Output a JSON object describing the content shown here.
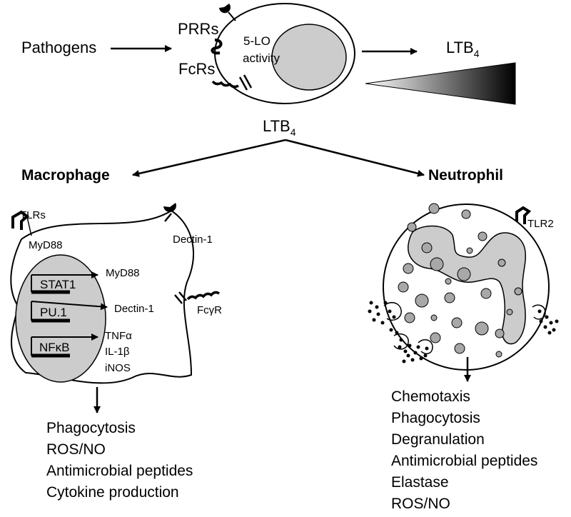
{
  "top": {
    "pathogens": "Pathogens",
    "prrs": "PRRs",
    "fcrs": "FcRs",
    "activity_line1": "5-LO",
    "activity_line2": "activity",
    "ltb4_base": "LTB",
    "ltb4_sub": "4"
  },
  "middle": {
    "ltb4_base": "LTB",
    "ltb4_sub": "4"
  },
  "macrophage": {
    "title": "Macrophage",
    "tlrs": "TLRs",
    "myd88_adaptor": "MyD88",
    "dectin_receptor": "Dectin-1",
    "fcgr": "FcγR",
    "tf_stat1": "STAT1",
    "tf_pu1": "PU.1",
    "tf_nfkb": "NFκB",
    "target_myd88": "MyD88",
    "target_dectin": "Dectin-1",
    "target_tnfa": "TNFα",
    "target_il1b": "IL-1β",
    "target_inos": "iNOS",
    "outcomes": [
      "Phagocytosis",
      "ROS/NO",
      "Antimicrobial peptides",
      "Cytokine production"
    ]
  },
  "neutrophil": {
    "title": "Neutrophil",
    "tlr2": "TLR2",
    "outcomes": [
      "Chemotaxis",
      "Phagocytosis",
      "Degranulation",
      "Antimicrobial peptides",
      "Elastase",
      "ROS/NO"
    ]
  },
  "colors": {
    "nucleus_gray": "#cccccc",
    "granule_gray": "#a8a8a8",
    "ink": "#000000"
  }
}
